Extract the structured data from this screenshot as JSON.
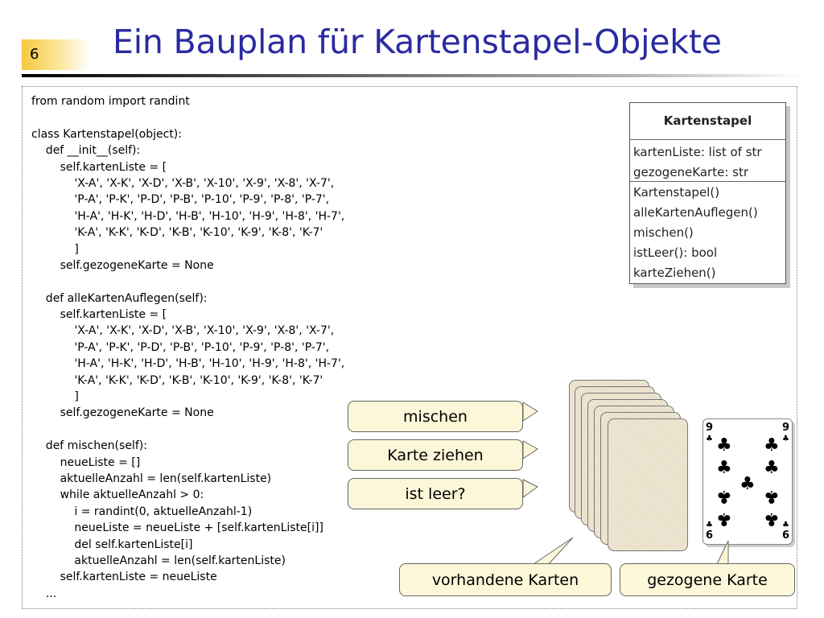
{
  "slide": {
    "number": "6",
    "title": "Ein Bauplan für Kartenstapel-Objekte"
  },
  "code_lines": [
    "from random import randint",
    "",
    "class Kartenstapel(object):",
    "    def __init__(self):",
    "        self.kartenListe = [",
    "            'X-A', 'X-K', 'X-D', 'X-B', 'X-10', 'X-9', 'X-8', 'X-7',",
    "            'P-A', 'P-K', 'P-D', 'P-B', 'P-10', 'P-9', 'P-8', 'P-7',",
    "            'H-A', 'H-K', 'H-D', 'H-B', 'H-10', 'H-9', 'H-8', 'H-7',",
    "            'K-A', 'K-K', 'K-D', 'K-B', 'K-10', 'K-9', 'K-8', 'K-7'",
    "            ]",
    "        self.gezogeneKarte = None",
    "",
    "    def alleKartenAuflegen(self):",
    "        self.kartenListe = [",
    "            'X-A', 'X-K', 'X-D', 'X-B', 'X-10', 'X-9', 'X-8', 'X-7',",
    "            'P-A', 'P-K', 'P-D', 'P-B', 'P-10', 'P-9', 'P-8', 'P-7',",
    "            'H-A', 'H-K', 'H-D', 'H-B', 'H-10', 'H-9', 'H-8', 'H-7',",
    "            'K-A', 'K-K', 'K-D', 'K-B', 'K-10', 'K-9', 'K-8', 'K-7'",
    "            ]",
    "        self.gezogeneKarte = None",
    "",
    "    def mischen(self):",
    "        neueListe = []",
    "        aktuelleAnzahl = len(self.kartenListe)",
    "        while aktuelleAnzahl > 0:",
    "            i = randint(0, aktuelleAnzahl-1)",
    "            neueListe = neueListe + [self.kartenListe[i]]",
    "            del self.kartenListe[i]",
    "            aktuelleAnzahl = len(self.kartenListe)",
    "        self.kartenListe = neueListe",
    "    ..."
  ],
  "uml": {
    "class_name": "Kartenstapel",
    "attributes": [
      "kartenListe: list of str",
      "gezogeneKarte: str"
    ],
    "methods": [
      "Kartenstapel()",
      "alleKartenAuflegen()",
      "mischen()",
      "istLeer(): bool",
      "karteZiehen()"
    ]
  },
  "callouts": {
    "mischen": "mischen",
    "karte_ziehen": "Karte ziehen",
    "ist_leer": "ist leer?",
    "vorhandene_karten": "vorhandene Karten",
    "gezogene_karte": "gezogene Karte"
  },
  "card": {
    "rank_top": "9",
    "rank_bottom": "6",
    "suit_icon": "club-icon"
  }
}
